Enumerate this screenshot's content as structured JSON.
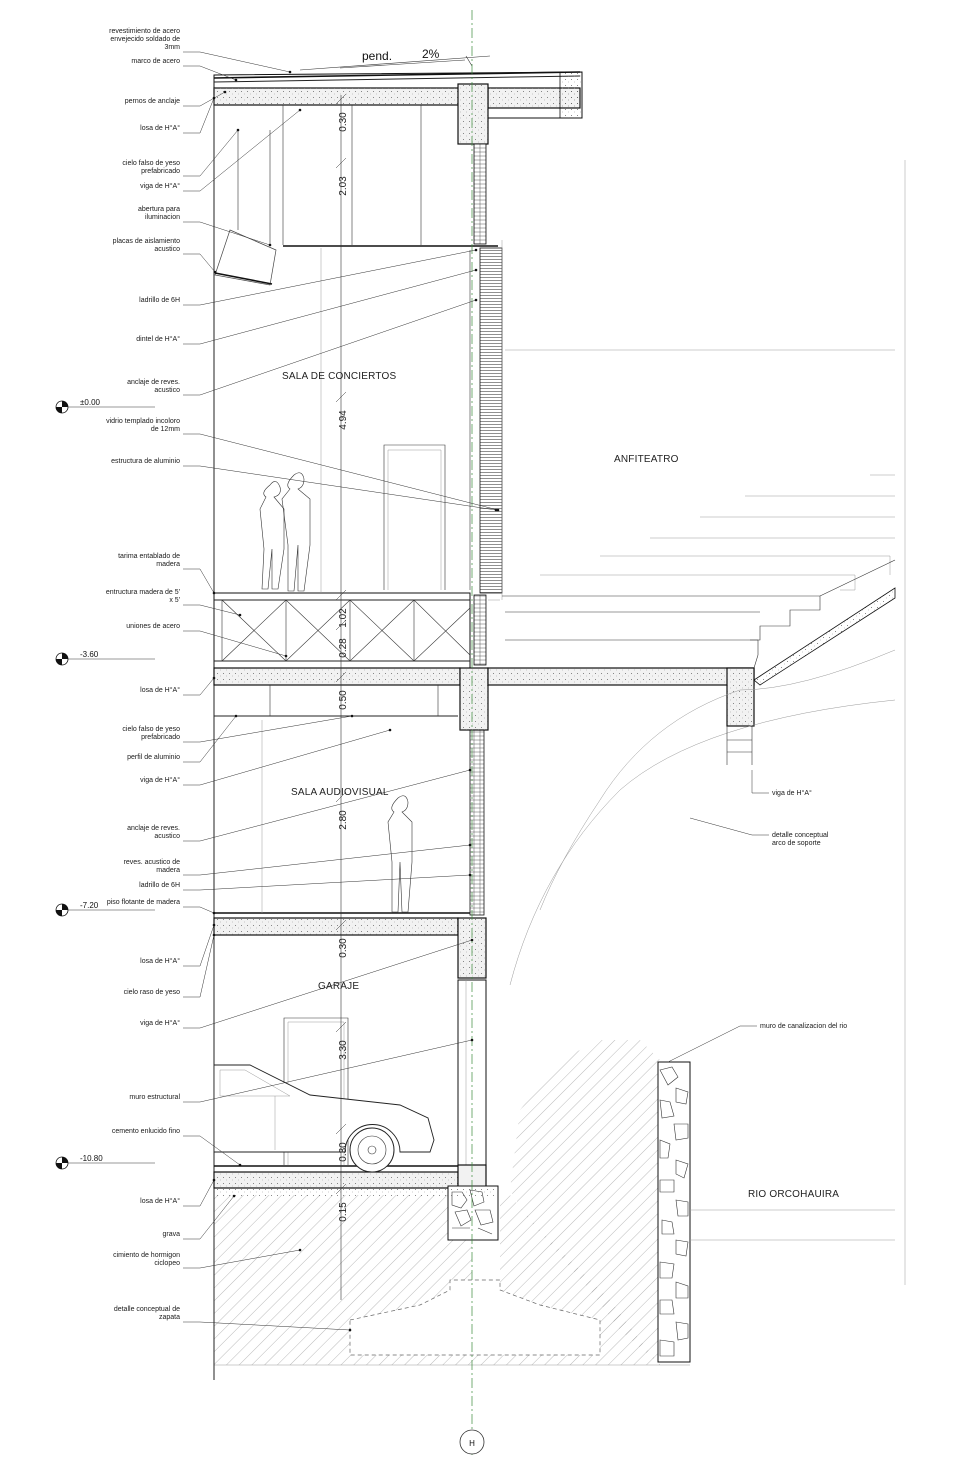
{
  "pendiente": {
    "label": "pend.",
    "value": "2%"
  },
  "rooms": {
    "sala_conciertos": "SALA DE CONCIERTOS",
    "anfiteatro": "ANFITEATRO",
    "sala_audiovisual": "SALA AUDIOVISUAL",
    "garaje": "GARAJE",
    "rio": "RIO ORCOHAUIRA"
  },
  "levels": [
    "±0.00",
    "-3.60",
    "-7.20",
    "-10.80"
  ],
  "dimensions": [
    "0.30",
    "2.03",
    "4.94",
    "1.02",
    "0.28",
    "0.50",
    "2.80",
    "0.30",
    "3.30",
    "0.30",
    "0.15"
  ],
  "annotations": [
    [
      "revestimiento de acero",
      "envejecido soldado de",
      "3mm"
    ],
    [
      "marco de acero"
    ],
    [
      "pernos de anclaje"
    ],
    [
      "losa de H°A°"
    ],
    [
      "cielo falso de yeso",
      "prefabricado"
    ],
    [
      "viga de H°A°"
    ],
    [
      "abertura para",
      "iluminacion"
    ],
    [
      "placas de aislamiento",
      "acustico"
    ],
    [
      "ladrillo de 6H"
    ],
    [
      "dintel de H°A°"
    ],
    [
      "anclaje de reves.",
      "acustico"
    ],
    [
      "vidrio templado incoloro",
      "de 12mm"
    ],
    [
      "estructura de aluminio"
    ],
    [
      "tarima entablado de",
      "madera"
    ],
    [
      "entructura madera de 5'",
      "x 5'"
    ],
    [
      "uniones de acero"
    ],
    [
      "losa de H°A°"
    ],
    [
      "cielo falso de yeso",
      "prefabricado"
    ],
    [
      "perfil de aluminio"
    ],
    [
      "viga de H°A°"
    ],
    [
      "anclaje de reves.",
      "acustico"
    ],
    [
      "reves. acustico de",
      "madera"
    ],
    [
      "ladrillo de 6H"
    ],
    [
      "piso flotante de madera"
    ],
    [
      "losa de H°A°"
    ],
    [
      "cielo raso de yeso"
    ],
    [
      "viga de H°A°"
    ],
    [
      "muro estructural"
    ],
    [
      "cemento enlucido fino"
    ],
    [
      "losa de H°A°"
    ],
    [
      "grava"
    ],
    [
      "cimiento de hormigon",
      "ciclopeo"
    ],
    [
      "detalle conceptual de",
      "zapata"
    ]
  ],
  "right_annotations": [
    [
      "viga de H°A°"
    ],
    [
      "detalle conceptual",
      "arco de soporte"
    ],
    [
      "muro de canalizacion del rio"
    ]
  ],
  "axis_label": "H"
}
